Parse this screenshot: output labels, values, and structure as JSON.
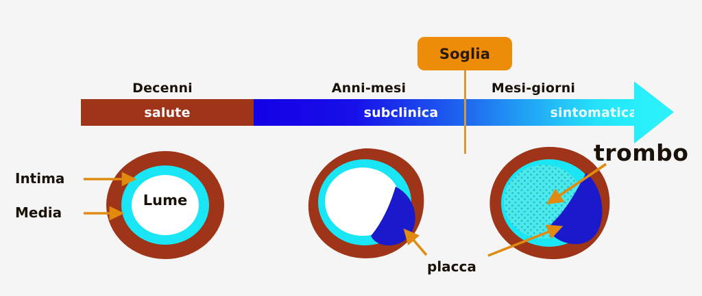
{
  "background_color": "#f5f5f5",
  "timeline": {
    "phases": [
      {
        "duration": "Decenni",
        "state": "salute",
        "color": "#9e3418"
      },
      {
        "duration": "Anni-mesi",
        "state": "subclinica",
        "color": "#1400e6"
      },
      {
        "duration": "Mesi-giorni",
        "state": "sintomatica",
        "color": "#26eefa"
      }
    ],
    "threshold": {
      "label": "Soglia",
      "badge_color": "#ed8c09",
      "line_color": "#d79b2b"
    },
    "arrow_color": "#26eefa"
  },
  "vessels": [
    {
      "stage": "salute",
      "lumen_label": "Lume",
      "media_color": "#9e3418",
      "intima_color": "#1ae5f5",
      "lumen_color": "#ffffff",
      "has_plaque": false,
      "has_thrombus": false
    },
    {
      "stage": "subclinica",
      "lumen_label": "",
      "media_color": "#9e3418",
      "intima_color": "#1ae5f5",
      "lumen_color": "#ffffff",
      "plaque_color": "#1a1acc",
      "has_plaque": true,
      "has_thrombus": false
    },
    {
      "stage": "sintomatica",
      "lumen_label": "",
      "media_color": "#9e3418",
      "intima_color": "#1ae5f5",
      "plaque_color": "#1a1acc",
      "thrombus_color": "#4de8e8",
      "has_plaque": true,
      "has_thrombus": true
    }
  ],
  "callouts": {
    "intima": "Intima",
    "media": "Media",
    "placca": "placca",
    "trombo": "trombo",
    "arrow_color": "#e08a10"
  }
}
